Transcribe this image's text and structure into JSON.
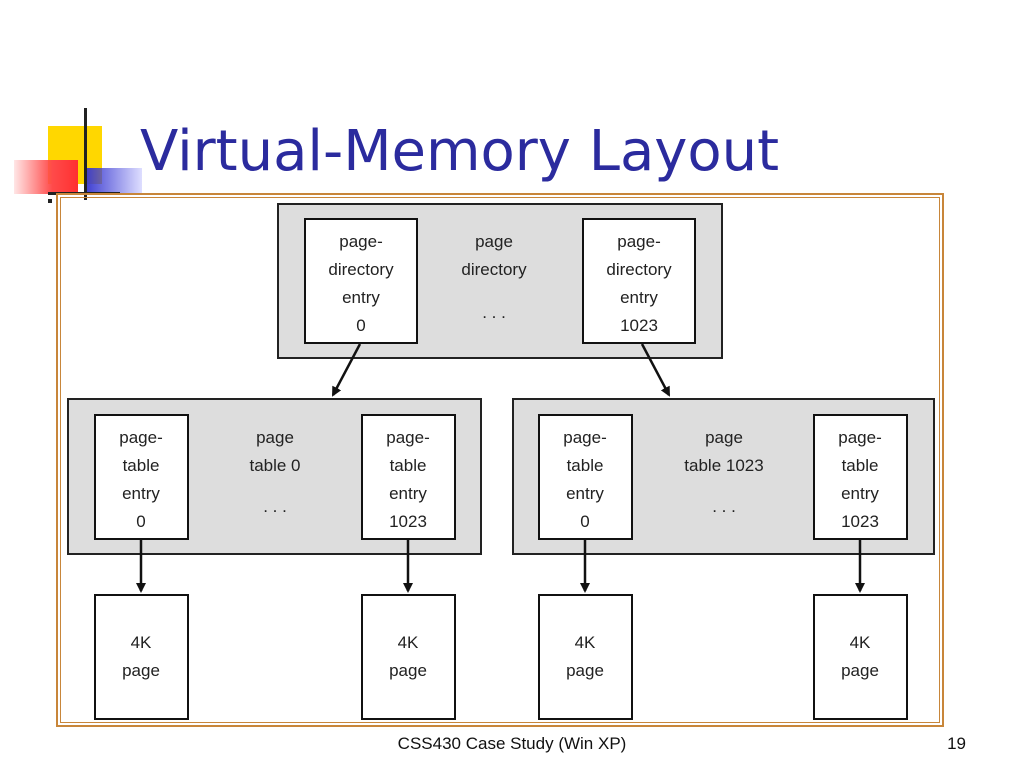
{
  "slide": {
    "title": "Virtual-Memory Layout",
    "footer": "CSS430 Case Study (Win XP)",
    "page_number": "19"
  },
  "colors": {
    "title": "#2b2b9e",
    "frame": "#c8863a",
    "panel_fill": "#dddddd"
  },
  "diagram": {
    "directory": {
      "label": [
        "page",
        "directory"
      ],
      "ellipsis": ". . .",
      "entry_first": [
        "page-",
        "directory",
        "entry",
        "0"
      ],
      "entry_last": [
        "page-",
        "directory",
        "entry",
        "1023"
      ]
    },
    "table_left": {
      "label": [
        "page",
        "table 0"
      ],
      "ellipsis": ". . .",
      "entry_first": [
        "page-",
        "table",
        "entry",
        "0"
      ],
      "entry_last": [
        "page-",
        "table",
        "entry",
        "1023"
      ]
    },
    "table_right": {
      "label": [
        "page",
        "table 1023"
      ],
      "ellipsis": ". . .",
      "entry_first": [
        "page-",
        "table",
        "entry",
        "0"
      ],
      "entry_last": [
        "page-",
        "table",
        "entry",
        "1023"
      ]
    },
    "pages": [
      [
        "4K",
        "page"
      ],
      [
        "4K",
        "page"
      ],
      [
        "4K",
        "page"
      ],
      [
        "4K",
        "page"
      ]
    ]
  }
}
